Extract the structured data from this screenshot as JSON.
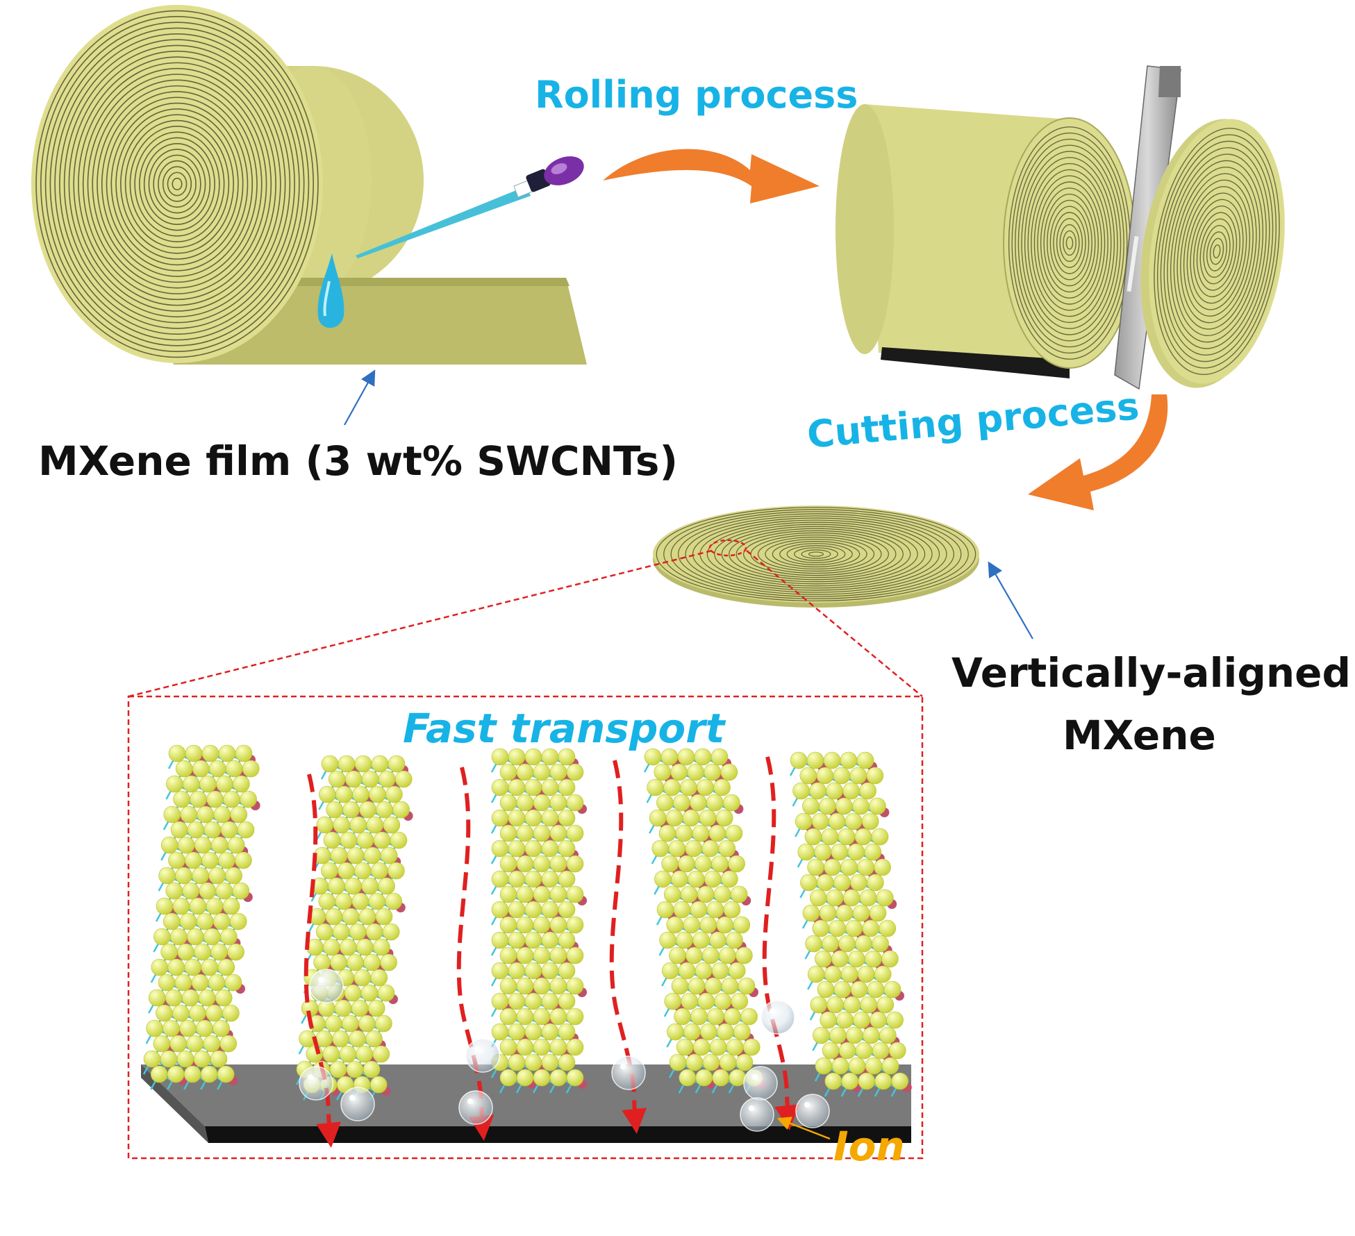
{
  "labels": {
    "rolling": "Rolling process",
    "cutting": "Cutting process",
    "film": "MXene film (3 wt% SWCNTs)",
    "aligned_line1": "Vertically-aligned",
    "aligned_line2": "MXene",
    "fast": "Fast transport",
    "ion": "Ion"
  },
  "colors": {
    "mxene_roll": "#d9d98a",
    "mxene_shadow": "#b7b765",
    "spiral_line": "#3a3a1e",
    "process_text": "#17b3e6",
    "process_arrow": "#ef7d2c",
    "pointer_arrow": "#2f6fbf",
    "dashed_red": "#e02020",
    "substrate": "#7f7f7f",
    "atom_yellow": "#e2ea5a",
    "atom_pink": "#c0506a",
    "bond_cyan": "#44c6d8",
    "ion_text": "#f5a800"
  },
  "icons": [
    "mxene-roll-icon",
    "pipette-icon",
    "droplet-icon",
    "rolled-cylinder-icon",
    "blade-icon",
    "cut-disc-icon",
    "aligned-disc-icon",
    "mxene-stack-icon",
    "ion-bubble-icon"
  ]
}
